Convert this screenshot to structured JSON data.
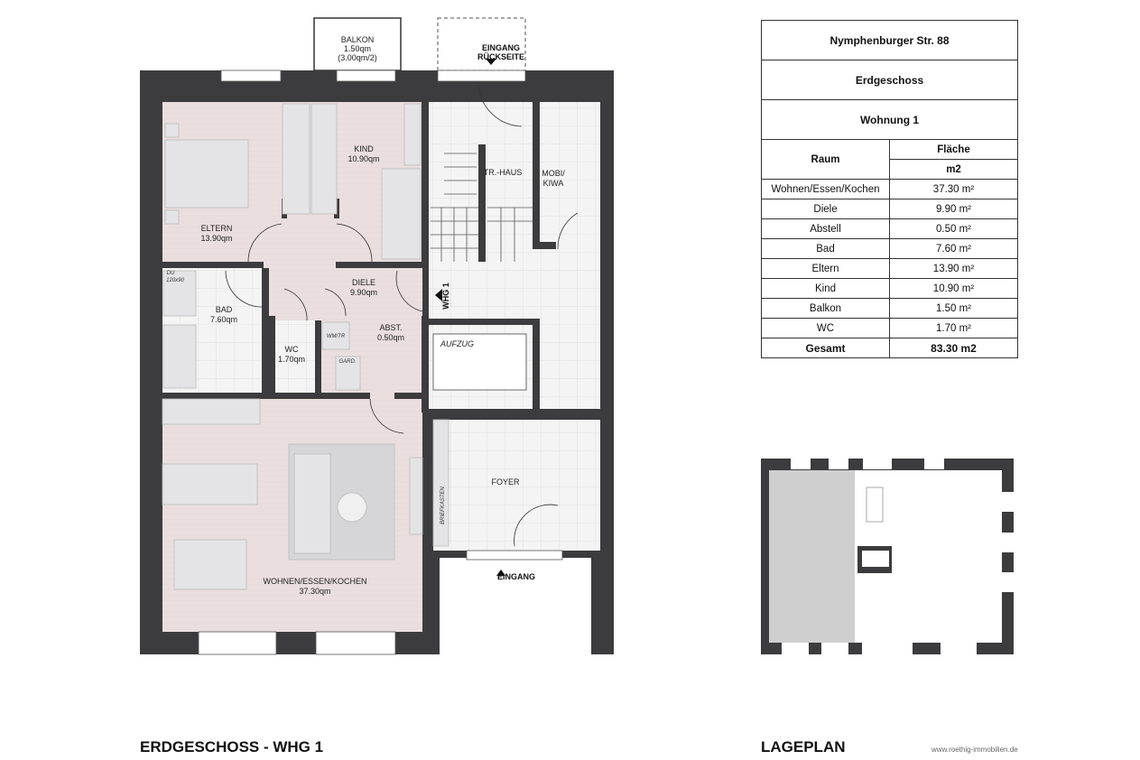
{
  "plan": {
    "rooms": {
      "balkon": {
        "name": "BALKON",
        "area": "1.50qm",
        "note": "(3.00qm/2)"
      },
      "eltern": {
        "name": "ELTERN",
        "area": "13.90qm"
      },
      "kind": {
        "name": "KIND",
        "area": "10.90qm"
      },
      "treppenhaus": {
        "name": "TR.-HAUS"
      },
      "mobi": {
        "name1": "MOBI/",
        "name2": "KIWA"
      },
      "diele": {
        "name": "DIELE",
        "area": "9.90qm"
      },
      "bad": {
        "name": "BAD",
        "area": "7.60qm"
      },
      "wc": {
        "name": "WC",
        "area": "1.70qm"
      },
      "abst": {
        "name": "ABST.",
        "area": "0.50qm"
      },
      "aufzug": {
        "name": "AUFZUG"
      },
      "foyer": {
        "name": "FOYER"
      },
      "wohnen": {
        "name": "WOHNEN/ESSEN/KOCHEN",
        "area": "37.30qm"
      }
    },
    "small_labels": {
      "dusche1": "DU",
      "dusche2": "120x90",
      "wmtr": "WM/TR",
      "gard": "GARD.",
      "briefkasten": "BRIEFKASTEN"
    },
    "eingang_rueck1": "EINGANG",
    "eingang_rueck2": "RÜCKSEITE",
    "eingang": "EINGANG",
    "whg_marker": "WHG 1"
  },
  "table": {
    "address": "Nymphenburger Str. 88",
    "floor": "Erdgeschoss",
    "unit": "Wohnung 1",
    "col_room": "Raum",
    "col_area": "Fläche",
    "col_unit": "m2",
    "rows": [
      {
        "room": "Wohnen/Essen/Kochen",
        "area": "37.30 m²"
      },
      {
        "room": "Diele",
        "area": "9.90 m²"
      },
      {
        "room": "Abstell",
        "area": "0.50 m²"
      },
      {
        "room": "Bad",
        "area": "7.60 m²"
      },
      {
        "room": "Eltern",
        "area": "13.90 m²"
      },
      {
        "room": "Kind",
        "area": "10.90 m²"
      },
      {
        "room": "Balkon",
        "area": "1.50 m²"
      },
      {
        "room": "WC",
        "area": "1.70 m²"
      }
    ],
    "total_label": "Gesamt",
    "total_value": "83.30 m2"
  },
  "captions": {
    "plan": "ERDGESCHOSS - WHG 1",
    "site": "LAGEPLAN",
    "website": "www.roethig-immobilien.de"
  },
  "colors": {
    "wall": "#3c3c3e",
    "floor_pink": "#eadede",
    "tile": "#f2f2f2",
    "furniture": "#e2e2e4"
  }
}
